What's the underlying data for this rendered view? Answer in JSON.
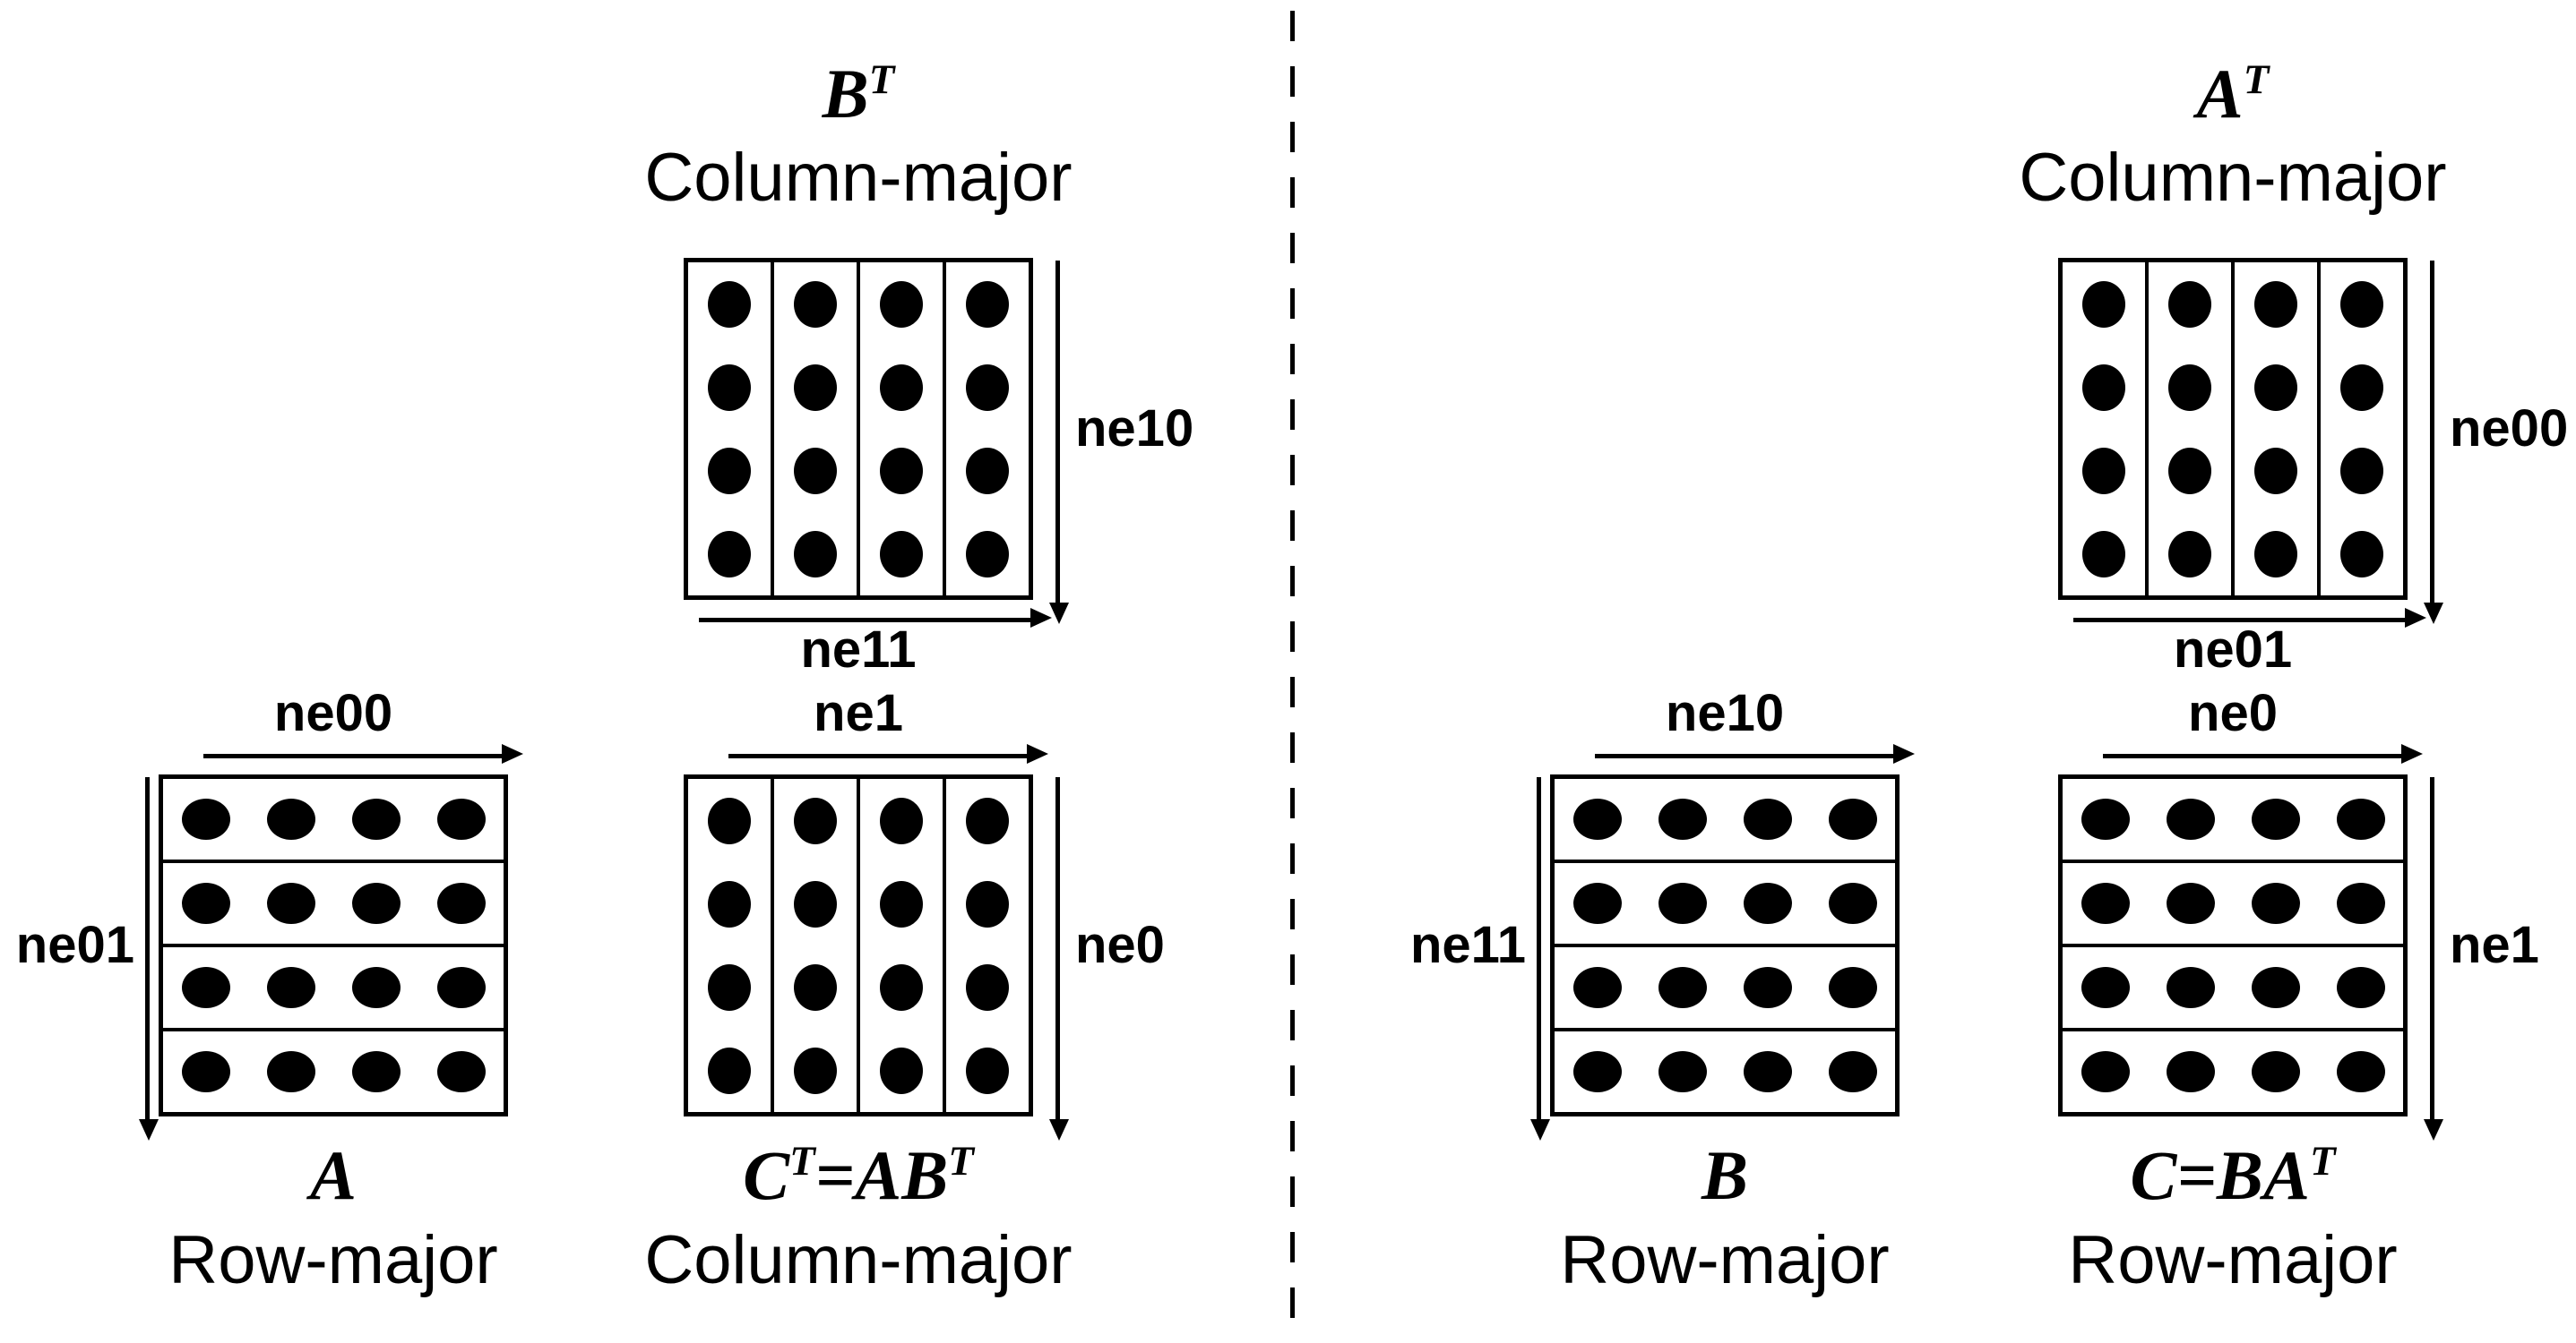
{
  "colors": {
    "ink": "#000000",
    "background": "#ffffff"
  },
  "matrices": {
    "bt": {
      "title_math": "B^T",
      "subtitle": "Column-major",
      "grid": {
        "rows": 4,
        "cols": 4,
        "orientation": "column"
      },
      "arrows": {
        "vertical": {
          "side": "right",
          "label": "ne10"
        },
        "horizontal": {
          "side": "bottom",
          "label": "ne11"
        }
      }
    },
    "a": {
      "title_math": "A",
      "subtitle": "Row-major",
      "grid": {
        "rows": 4,
        "cols": 4,
        "orientation": "row"
      },
      "arrows": {
        "vertical": {
          "side": "left",
          "label": "ne01"
        },
        "horizontal": {
          "side": "top",
          "label": "ne00"
        }
      }
    },
    "ct": {
      "title_math": "C^T=AB^T",
      "subtitle": "Column-major",
      "grid": {
        "rows": 4,
        "cols": 4,
        "orientation": "column"
      },
      "arrows": {
        "vertical": {
          "side": "right",
          "label": "ne0"
        },
        "horizontal": {
          "side": "top",
          "label": "ne1"
        }
      }
    },
    "at": {
      "title_math": "A^T",
      "subtitle": "Column-major",
      "grid": {
        "rows": 4,
        "cols": 4,
        "orientation": "column"
      },
      "arrows": {
        "vertical": {
          "side": "right",
          "label": "ne00"
        },
        "horizontal": {
          "side": "bottom",
          "label": "ne01"
        }
      }
    },
    "b": {
      "title_math": "B",
      "subtitle": "Row-major",
      "grid": {
        "rows": 4,
        "cols": 4,
        "orientation": "row"
      },
      "arrows": {
        "vertical": {
          "side": "left",
          "label": "ne11"
        },
        "horizontal": {
          "side": "top",
          "label": "ne10"
        }
      }
    },
    "c": {
      "title_math": "C=BA^T",
      "subtitle": "Row-major",
      "grid": {
        "rows": 4,
        "cols": 4,
        "orientation": "row"
      },
      "arrows": {
        "vertical": {
          "side": "right",
          "label": "ne1"
        },
        "horizontal": {
          "side": "top",
          "label": "ne0"
        }
      }
    }
  }
}
